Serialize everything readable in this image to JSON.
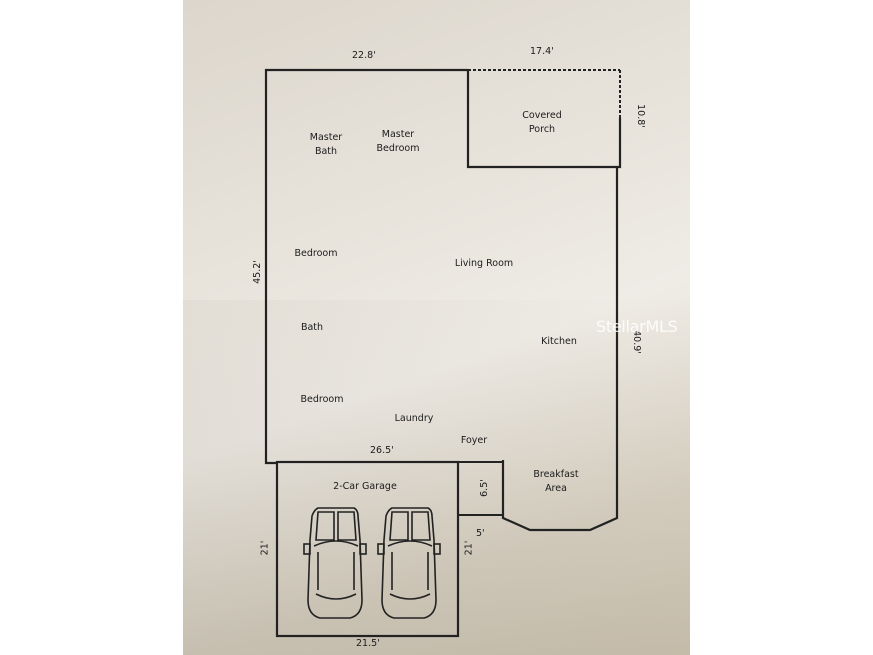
{
  "rooms": {
    "master_bath": "Master\nBath",
    "master_bedroom": "Master\nBedroom",
    "covered_porch": "Covered\nPorch",
    "bedroom_1": "Bedroom",
    "living_room": "Living Room",
    "bath": "Bath",
    "kitchen": "Kitchen",
    "bedroom_2": "Bedroom",
    "laundry": "Laundry",
    "foyer": "Foyer",
    "breakfast_area": "Breakfast\nArea",
    "garage": "2-Car Garage"
  },
  "dimensions": {
    "top_left": "22.8'",
    "top_right": "17.4'",
    "porch_side": "10.8'",
    "left_side": "45.2'",
    "right_side": "40.9'",
    "garage_top": "26.5'",
    "foyer_notch": "6.5'",
    "notch_width": "5'",
    "garage_left": "21'",
    "garage_right": "21'",
    "garage_bottom": "21.5'"
  },
  "watermark": "StellarMLS"
}
